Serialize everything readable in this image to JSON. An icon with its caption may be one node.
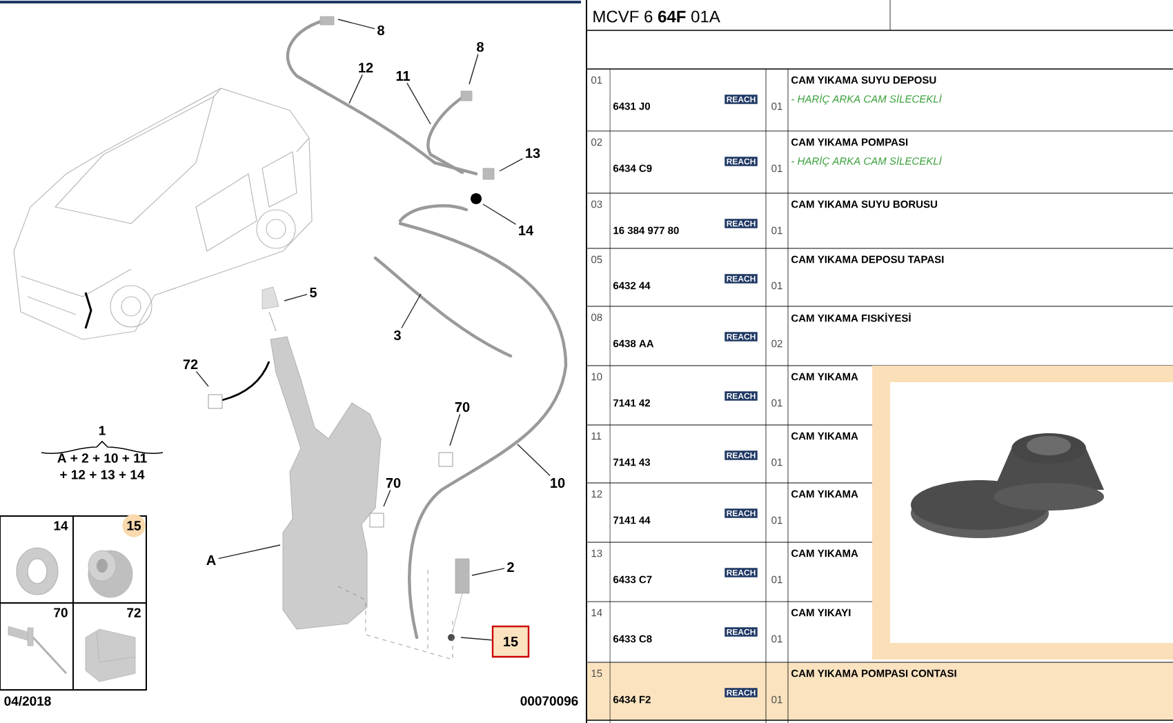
{
  "diagram": {
    "title": "MCVF 6 **64F** 01A",
    "nodes": [
      {
        "text": [
          "8"
        ]
      },
      {
        "text": [
          "12"
        ]
      },
      {
        "text": [
          "11"
        ]
      },
      {
        "text": [
          "8"
        ]
      },
      {
        "text": [
          "13"
        ]
      },
      {
        "text": [
          "14"
        ]
      },
      {
        "text": [
          "5"
        ]
      },
      {
        "text": [
          "3"
        ]
      },
      {
        "text": [
          "72"
        ]
      },
      {
        "text": [
          "70"
        ]
      },
      {
        "text": [
          "70"
        ]
      },
      {
        "text": [
          "10"
        ]
      },
      {
        "text": [
          "A"
        ]
      },
      {
        "text": [
          "2"
        ]
      },
      {
        "text": [
          "15"
        ]
      }
    ],
    "edges": [
      {
        "from": 0,
        "to": null,
        "arrow": "none"
      },
      {
        "from": 1,
        "to": null,
        "arrow": "none"
      },
      {
        "from": 2,
        "to": null,
        "arrow": "none"
      },
      {
        "from": 3,
        "to": null,
        "arrow": "none"
      },
      {
        "from": 4,
        "to": null,
        "arrow": "none"
      },
      {
        "from": 5,
        "to": null,
        "arrow": "none"
      },
      {
        "from": 6,
        "to": null,
        "arrow": "none"
      },
      {
        "from": 7,
        "to": null,
        "arrow": "none"
      },
      {
        "from": 8,
        "to": null,
        "arrow": "none"
      },
      {
        "from": 9,
        "to": null,
        "arrow": "none"
      },
      {
        "from": 10,
        "to": null,
        "arrow": "none"
      },
      {
        "from": 11,
        "to": null,
        "arrow": "none"
      },
      {
        "from": 12,
        "to": null,
        "arrow": "none"
      },
      {
        "from": 13,
        "to": null,
        "arrow": "none"
      },
      {
        "from": 14,
        "to": null,
        "arrow": "none"
      }
    ],
    "labels": [
      "1",
      "A + 2 + 10 + 11",
      "+ 12 + 13 + 14",
      "14",
      "15",
      "70",
      "72",
      "04/2018",
      "00070096",
      "01",
      "6431 J0",
      "REACH",
      "01",
      "CAM YIKAMA SUYU DEPOSU",
      "- HARİÇ ARKA CAM SİLECEKLİ",
      "02",
      "6434 C9",
      "REACH",
      "01",
      "CAM YIKAMA POMPASI",
      "- HARİÇ ARKA CAM SİLECEKLİ",
      "03",
      "16 384 977 80",
      "REACH",
      "01",
      "CAM YIKAMA SUYU BORUSU",
      "05",
      "6432 44",
      "REACH",
      "01",
      "CAM YIKAMA DEPOSU TAPASI",
      "08",
      "6438 AA",
      "REACH",
      "02",
      "CAM YIKAMA FISKİYESİ",
      "10",
      "7141 42",
      "REACH",
      "01",
      "CAM YIKAMA",
      "11",
      "7141 43",
      "REACH",
      "01",
      "CAM YIKAMA",
      "12",
      "7141 44",
      "REACH",
      "01",
      "CAM YIKAMA",
      "13",
      "6433 C7",
      "REACH",
      "01",
      "CAM YIKAMA",
      "14",
      "6433 C8",
      "REACH",
      "01",
      "CAM YIKAYI",
      "15",
      "6434 F2",
      "REACH",
      "01",
      "CAM YIKAMA POMPASI CONTASI"
    ]
  }
}
